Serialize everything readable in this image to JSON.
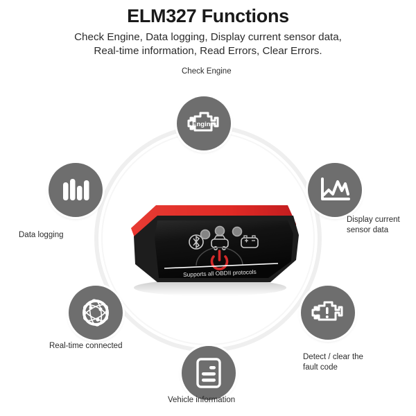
{
  "header": {
    "title": "ELM327 Functions",
    "subtitle_line1": "Check Engine, Data logging, Display current sensor data,",
    "subtitle_line2": "Real-time information, Read Errors, Clear Errors."
  },
  "diagram": {
    "ring_color": "#efefef",
    "node_color": "#6e6e6e",
    "nodes": [
      {
        "id": "check-engine",
        "icon": "check-engine-icon",
        "label": "Check Engine",
        "inner_text": "Engine"
      },
      {
        "id": "data-logging",
        "icon": "bar-chart-icon",
        "label": "Data logging"
      },
      {
        "id": "display-sensor",
        "icon": "line-graph-icon",
        "label": "Display current\nsensor data"
      },
      {
        "id": "realtime",
        "icon": "network-globe-icon",
        "label": "Real-time connected"
      },
      {
        "id": "vehicle-info",
        "icon": "document-icon",
        "label": "Vehicle information"
      },
      {
        "id": "fault-code",
        "icon": "engine-warning-icon",
        "label": "Detect / clear the\nfault code"
      }
    ]
  },
  "device": {
    "name": "ELM327 OBDII scanner",
    "body_color": "#d62020",
    "face_color": "#131313",
    "power_color": "#d42a2a",
    "footer_text": "Supports  all  OBDII  protocols",
    "indicators": [
      {
        "name": "bluetooth-indicator",
        "icon": "bluetooth-icon"
      },
      {
        "name": "car-indicator",
        "icon": "car-icon"
      },
      {
        "name": "battery-indicator",
        "icon": "battery-icon"
      }
    ],
    "power_button": "power-icon"
  }
}
